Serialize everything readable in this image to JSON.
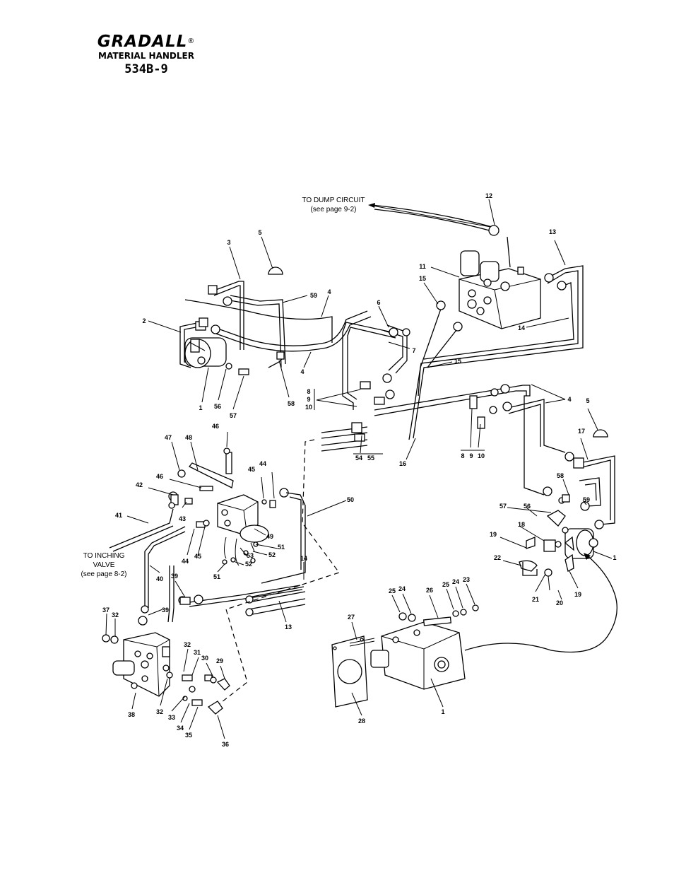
{
  "brand": {
    "logo": "GRADALL",
    "registered": "®",
    "product": "MATERIAL HANDLER",
    "model": "534B-9"
  },
  "notes": {
    "dump_line1": "TO DUMP CIRCUIT",
    "dump_line2": "(see page 9-2)",
    "inching_line1": "TO INCHING",
    "inching_line2": "VALVE",
    "inching_line3": "(see page 8-2)"
  },
  "callouts": {
    "c12": "12",
    "c13a": "13",
    "c11": "11",
    "c15a": "15",
    "c3": "3",
    "c5a": "5",
    "c59a": "59",
    "c4a": "4",
    "c6": "6",
    "c14a": "14",
    "c2": "2",
    "c7": "7",
    "c15b": "15",
    "c4b": "4",
    "c1a": "1",
    "c56a": "56",
    "c57a": "57",
    "c58a": "58",
    "c8a": "8",
    "c9a": "9",
    "c10a": "10",
    "c4c": "4",
    "c5b": "5",
    "c17": "17",
    "c54": "54",
    "c55": "55",
    "c16": "16",
    "c8b": "8",
    "c9b": "9",
    "c10b": "10",
    "c46a": "46",
    "c47": "47",
    "c48": "48",
    "c45a": "45",
    "c44a": "44",
    "c46b": "46",
    "c42": "42",
    "c43": "43",
    "c41": "41",
    "c50": "50",
    "c58b": "58",
    "c59b": "59",
    "c57b": "57",
    "c56b": "56",
    "c49": "49",
    "c44b": "44",
    "c45b": "45",
    "c51a": "51",
    "c53": "53",
    "c52a": "52",
    "c52b": "52",
    "c51b": "51",
    "c40": "40",
    "c19a": "19",
    "c18": "18",
    "c22": "22",
    "c1b": "1",
    "c21": "21",
    "c20": "20",
    "c19b": "19",
    "c14b": "14",
    "c13b": "13",
    "c39a": "39",
    "c39b": "39",
    "c37": "37",
    "c32a": "32",
    "c25a": "25",
    "c24a": "24",
    "c26": "26",
    "c25b": "25",
    "c24b": "24",
    "c23": "23",
    "c27": "27",
    "c32b": "32",
    "c31": "31",
    "c30": "30",
    "c29": "29",
    "c38": "38",
    "c32c": "32",
    "c33": "33",
    "c34": "34",
    "c35": "35",
    "c36": "36",
    "c28": "28",
    "c1c": "1"
  }
}
